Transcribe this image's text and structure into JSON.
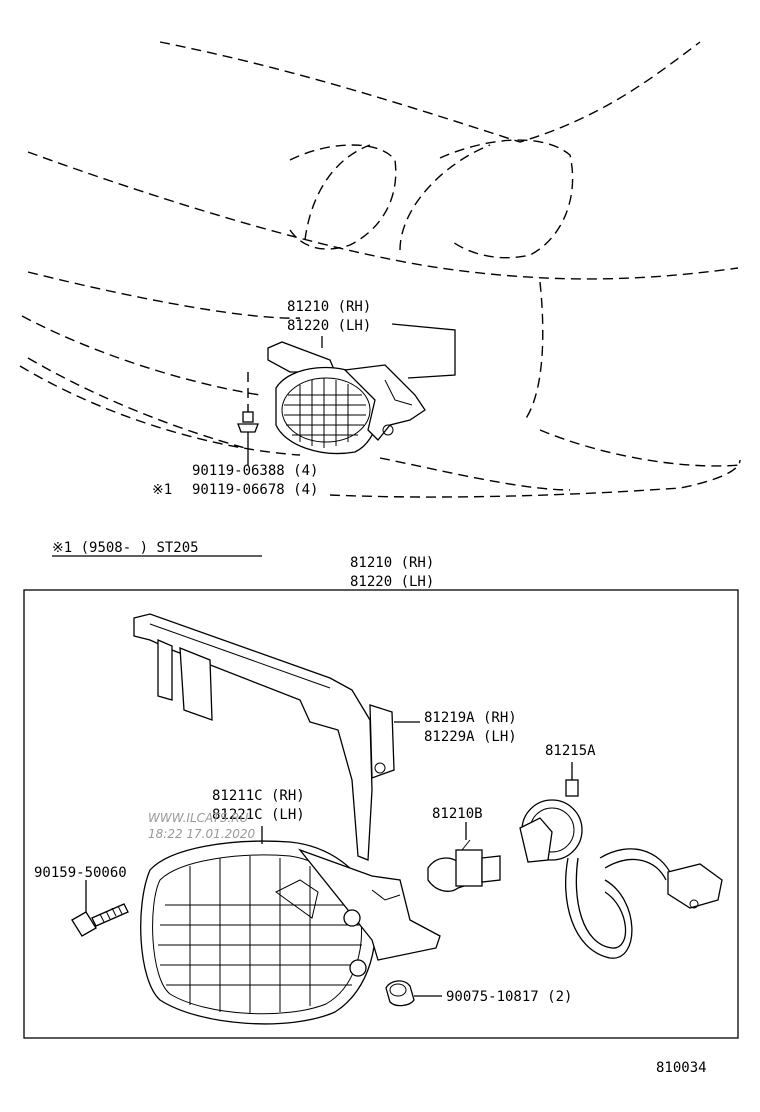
{
  "callouts": {
    "top_rh": "81210 (RH)",
    "top_lh": "81220 (LH)",
    "bolt_1": "90119-06388 (4)",
    "note_mark": "※1",
    "bolt_2": "90119-06678 (4)",
    "bottom_rh": "81210 (RH)",
    "bottom_lh": "81220 (LH)",
    "bracket_rh": "81219A (RH)",
    "bracket_lh": "81229A (LH)",
    "socket": "81215A",
    "lens_rh": "81211C (RH)",
    "lens_lh": "81221C (LH)",
    "bulb": "81210B",
    "screw": "90159-50060",
    "clip": "90075-10817 (2)"
  },
  "note": "※1 (9508-      ) ST205",
  "watermark": {
    "site": "WWW.ILCATS.RU",
    "timestamp": "18:22 17.01.2020"
  },
  "diagram_number": "810034"
}
